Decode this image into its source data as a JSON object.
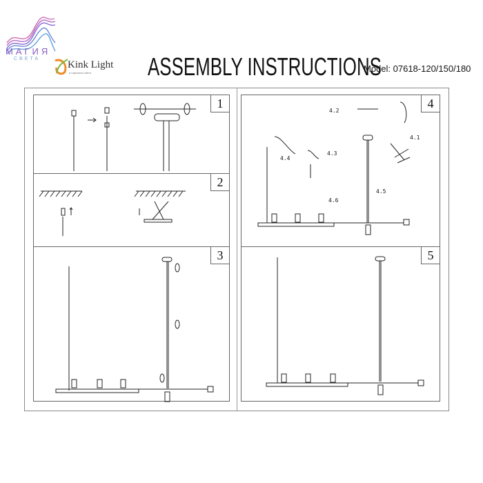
{
  "brand": {
    "magia_line1": "МАГИЯ",
    "magia_line2": "СВЕТА",
    "kink_name": "Kink Light",
    "kink_tagline": "в гармонии света"
  },
  "header": {
    "title": "ASSEMBLY INSTRUCTIONS",
    "model": "Model: 07618-120/150/180"
  },
  "steps": [
    {
      "number": "1"
    },
    {
      "number": "2"
    },
    {
      "number": "3"
    },
    {
      "number": "4",
      "sub_labels": [
        "4.1",
        "4.2",
        "4.3",
        "4.4",
        "4.5",
        "4.6"
      ]
    },
    {
      "number": "5"
    }
  ]
}
